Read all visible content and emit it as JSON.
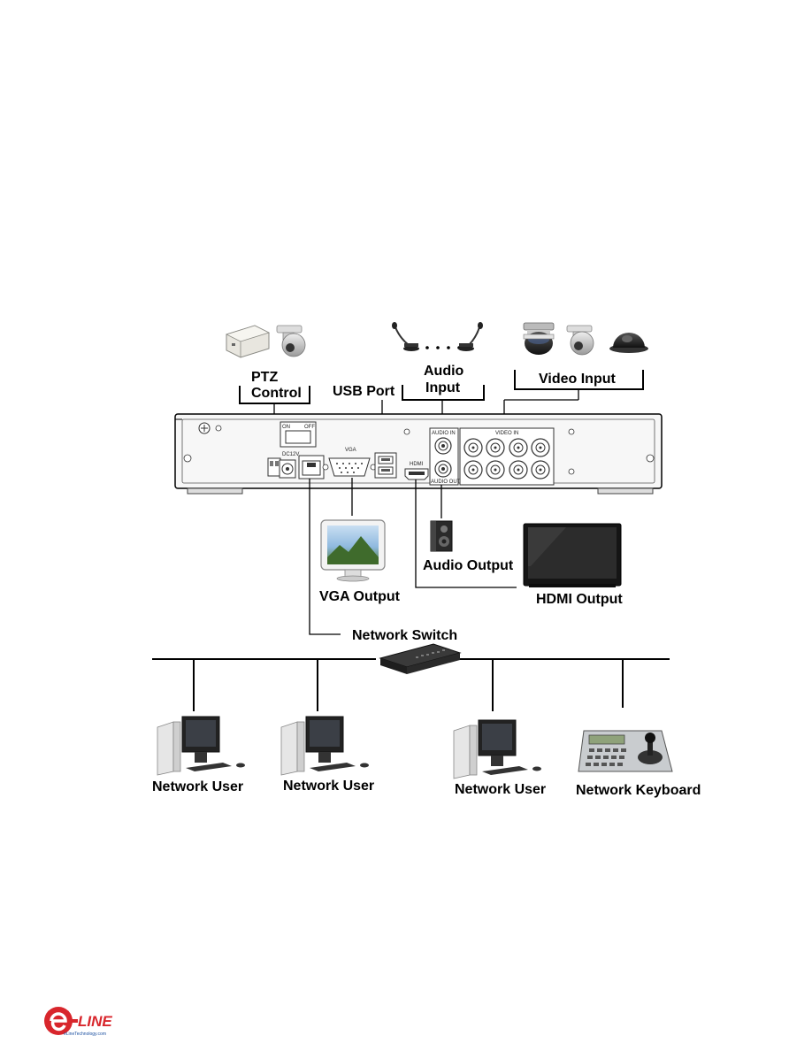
{
  "labels": {
    "ptz_control_line1": "PTZ",
    "ptz_control_line2": "Control",
    "usb_port": "USB Port",
    "audio_input_line1": "Audio",
    "audio_input_line2": "Input",
    "video_input": "Video Input",
    "audio_output": "Audio Output",
    "vga_output": "VGA Output",
    "hdmi_output": "HDMI Output",
    "network_switch": "Network Switch",
    "network_user_1": "Network User",
    "network_user_2": "Network User",
    "network_user_3": "Network User",
    "network_keyboard": "Network Keyboard"
  },
  "panel_text": {
    "audio_in": "AUDIO IN",
    "video_in": "VIDEO IN",
    "audio_out": "AUDIO OUT",
    "vga": "VGA",
    "hdmi": "HDMI",
    "dc12v": "DC12V",
    "on": "ON",
    "off": "OFF"
  },
  "logo": {
    "brand": "e-LINE",
    "tagline": "eLineTechnology.com",
    "colors": {
      "red": "#d8262c",
      "blue": "#1a4fa0"
    }
  }
}
